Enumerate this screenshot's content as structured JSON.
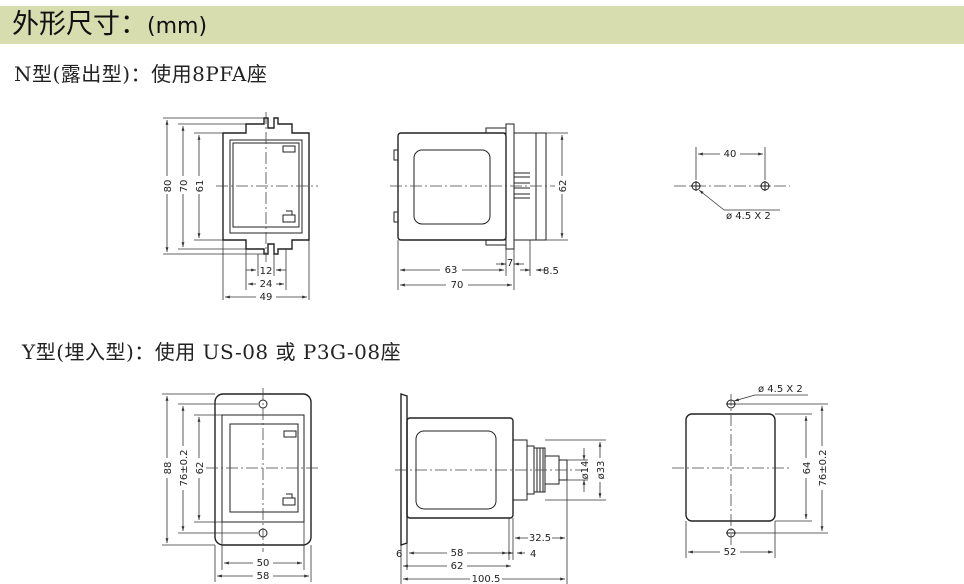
{
  "header": {
    "title": "外形尺寸：",
    "unit": "(mm)"
  },
  "sections": {
    "n_type": "N型(露出型)：使用8PFA座",
    "y_type": "Y型(埋入型)：使用 US-08 或 P3G-08座"
  },
  "n_front_dims": {
    "d80": "80",
    "d70": "70",
    "d61": "61",
    "d12": "12",
    "d24": "24",
    "d49": "49"
  },
  "n_side_dims": {
    "d62": "62",
    "d63": "63",
    "d7": "7",
    "d85": "8.5",
    "d70": "70"
  },
  "n_cutout_dims": {
    "d40": "40",
    "hole": "ø 4.5 X 2"
  },
  "y_front_dims": {
    "d88": "88",
    "d76": "76±0.2",
    "d62": "62",
    "d50": "50",
    "d58": "58"
  },
  "y_side_dims": {
    "d14": "ø14",
    "d33": "ø33",
    "d325": "32.5",
    "d4": "4",
    "d6": "6",
    "d58": "58",
    "d62": "62",
    "d1005": "100.5"
  },
  "y_cutout_dims": {
    "hole": "ø 4.5 X 2",
    "d64": "64",
    "d76": "76±0.2",
    "d52": "52"
  }
}
